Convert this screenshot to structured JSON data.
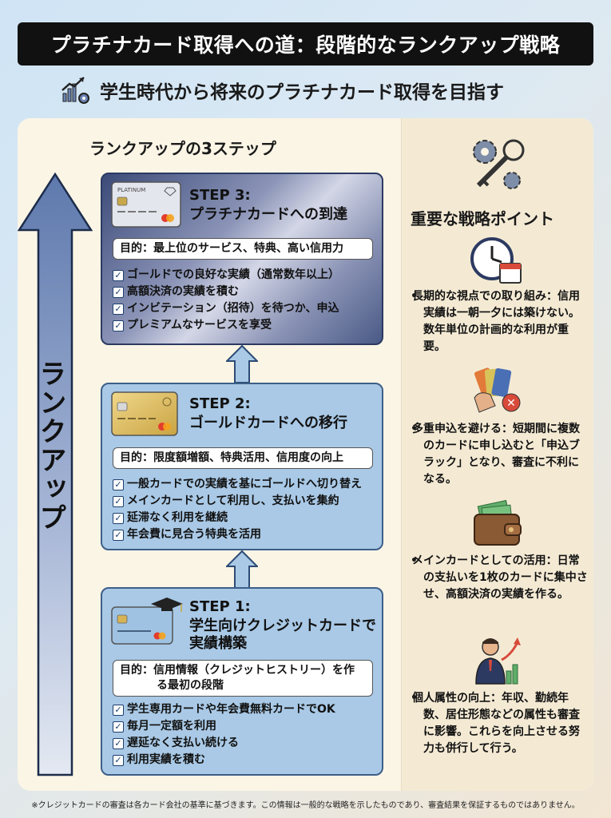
{
  "title": "プラチナカード取得への道：段階的なランクアップ戦略",
  "subtitle": "学生時代から将来のプラチナカード取得を目指す",
  "steps_heading": "ランクアップの3ステップ",
  "rank_up_label": "ランクアップ",
  "steps": [
    {
      "label": "STEP 3:",
      "title": "プラチナカードへの到達",
      "card_text": "PLATINUM",
      "purpose": "目的：最上位のサービス、特典、高い信用力",
      "items": [
        "ゴールドでの良好な実績（通常数年以上）",
        "高額決済の実績を積む",
        "インビテーション（招待）を待つか、申込",
        "プレミアムなサービスを享受"
      ]
    },
    {
      "label": "STEP 2:",
      "title": "ゴールドカードへの移行",
      "purpose": "目的：限度額増額、特典活用、信用度の向上",
      "items": [
        "一般カードでの実績を基にゴールドへ切り替え",
        "メインカードとして利用し、支払いを集約",
        "延滞なく利用を継続",
        "年会費に見合う特典を活用"
      ]
    },
    {
      "label": "STEP 1:",
      "title_line1": "学生向けクレジットカードで",
      "title_line2": "実績構築",
      "purpose_line1": "目的：信用情報（クレジットヒストリー）を作",
      "purpose_line2": "る最初の段階",
      "items": [
        "学生専用カードや年会費無料カードでOK",
        "毎月一定額を利用",
        "遅延なく支払い続ける",
        "利用実績を積む"
      ]
    }
  ],
  "points_heading": "重要な戦略ポイント",
  "points": [
    {
      "icon": "clock-calendar-icon",
      "text": "長期的な視点での取り組み：信用実績は一朝一夕には築けない。数年単位の計画的な利用が重要。"
    },
    {
      "icon": "multiple-cards-no-icon",
      "text": "多重申込を避ける：短期間に複数のカードに申し込むと「申込ブラック」となり、審査に不利になる。"
    },
    {
      "icon": "wallet-icon",
      "text": "メインカードとしての活用：日常の支払いを1枚のカードに集中させ、高額決済の実績を作る。"
    },
    {
      "icon": "growth-person-icon",
      "text": "個人属性の向上：年収、勤続年数、居住形態などの属性も審査に影響。これらを向上させる努力も併行して行う。"
    }
  ],
  "footnote": "※クレジットカードの審査は各カード会社の基準に基づきます。この情報は一般的な戦略を示したものであり、審査結果を保証するものではありません。",
  "colors": {
    "title_bg": "#111111",
    "step_box": "#a9c9e6",
    "arrow": "#6a83b5",
    "panel": "#fbf5e6"
  }
}
